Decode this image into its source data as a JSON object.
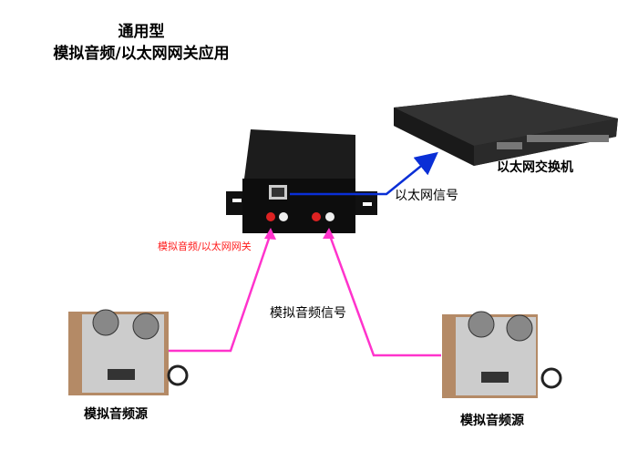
{
  "title": {
    "line1": "通用型",
    "line2": "模拟音频/以太网网关应用"
  },
  "labels": {
    "switch": "以太网交换机",
    "ethernet_signal": "以太网信号",
    "gateway": "模拟音频/以太网网关",
    "audio_signal": "模拟音频信号",
    "source_left": "模拟音频源",
    "source_right": "模拟音频源"
  },
  "colors": {
    "ethernet_line": "#0a2fd6",
    "audio_line": "#ff33cc",
    "gateway_label": "#ff1a1a"
  }
}
